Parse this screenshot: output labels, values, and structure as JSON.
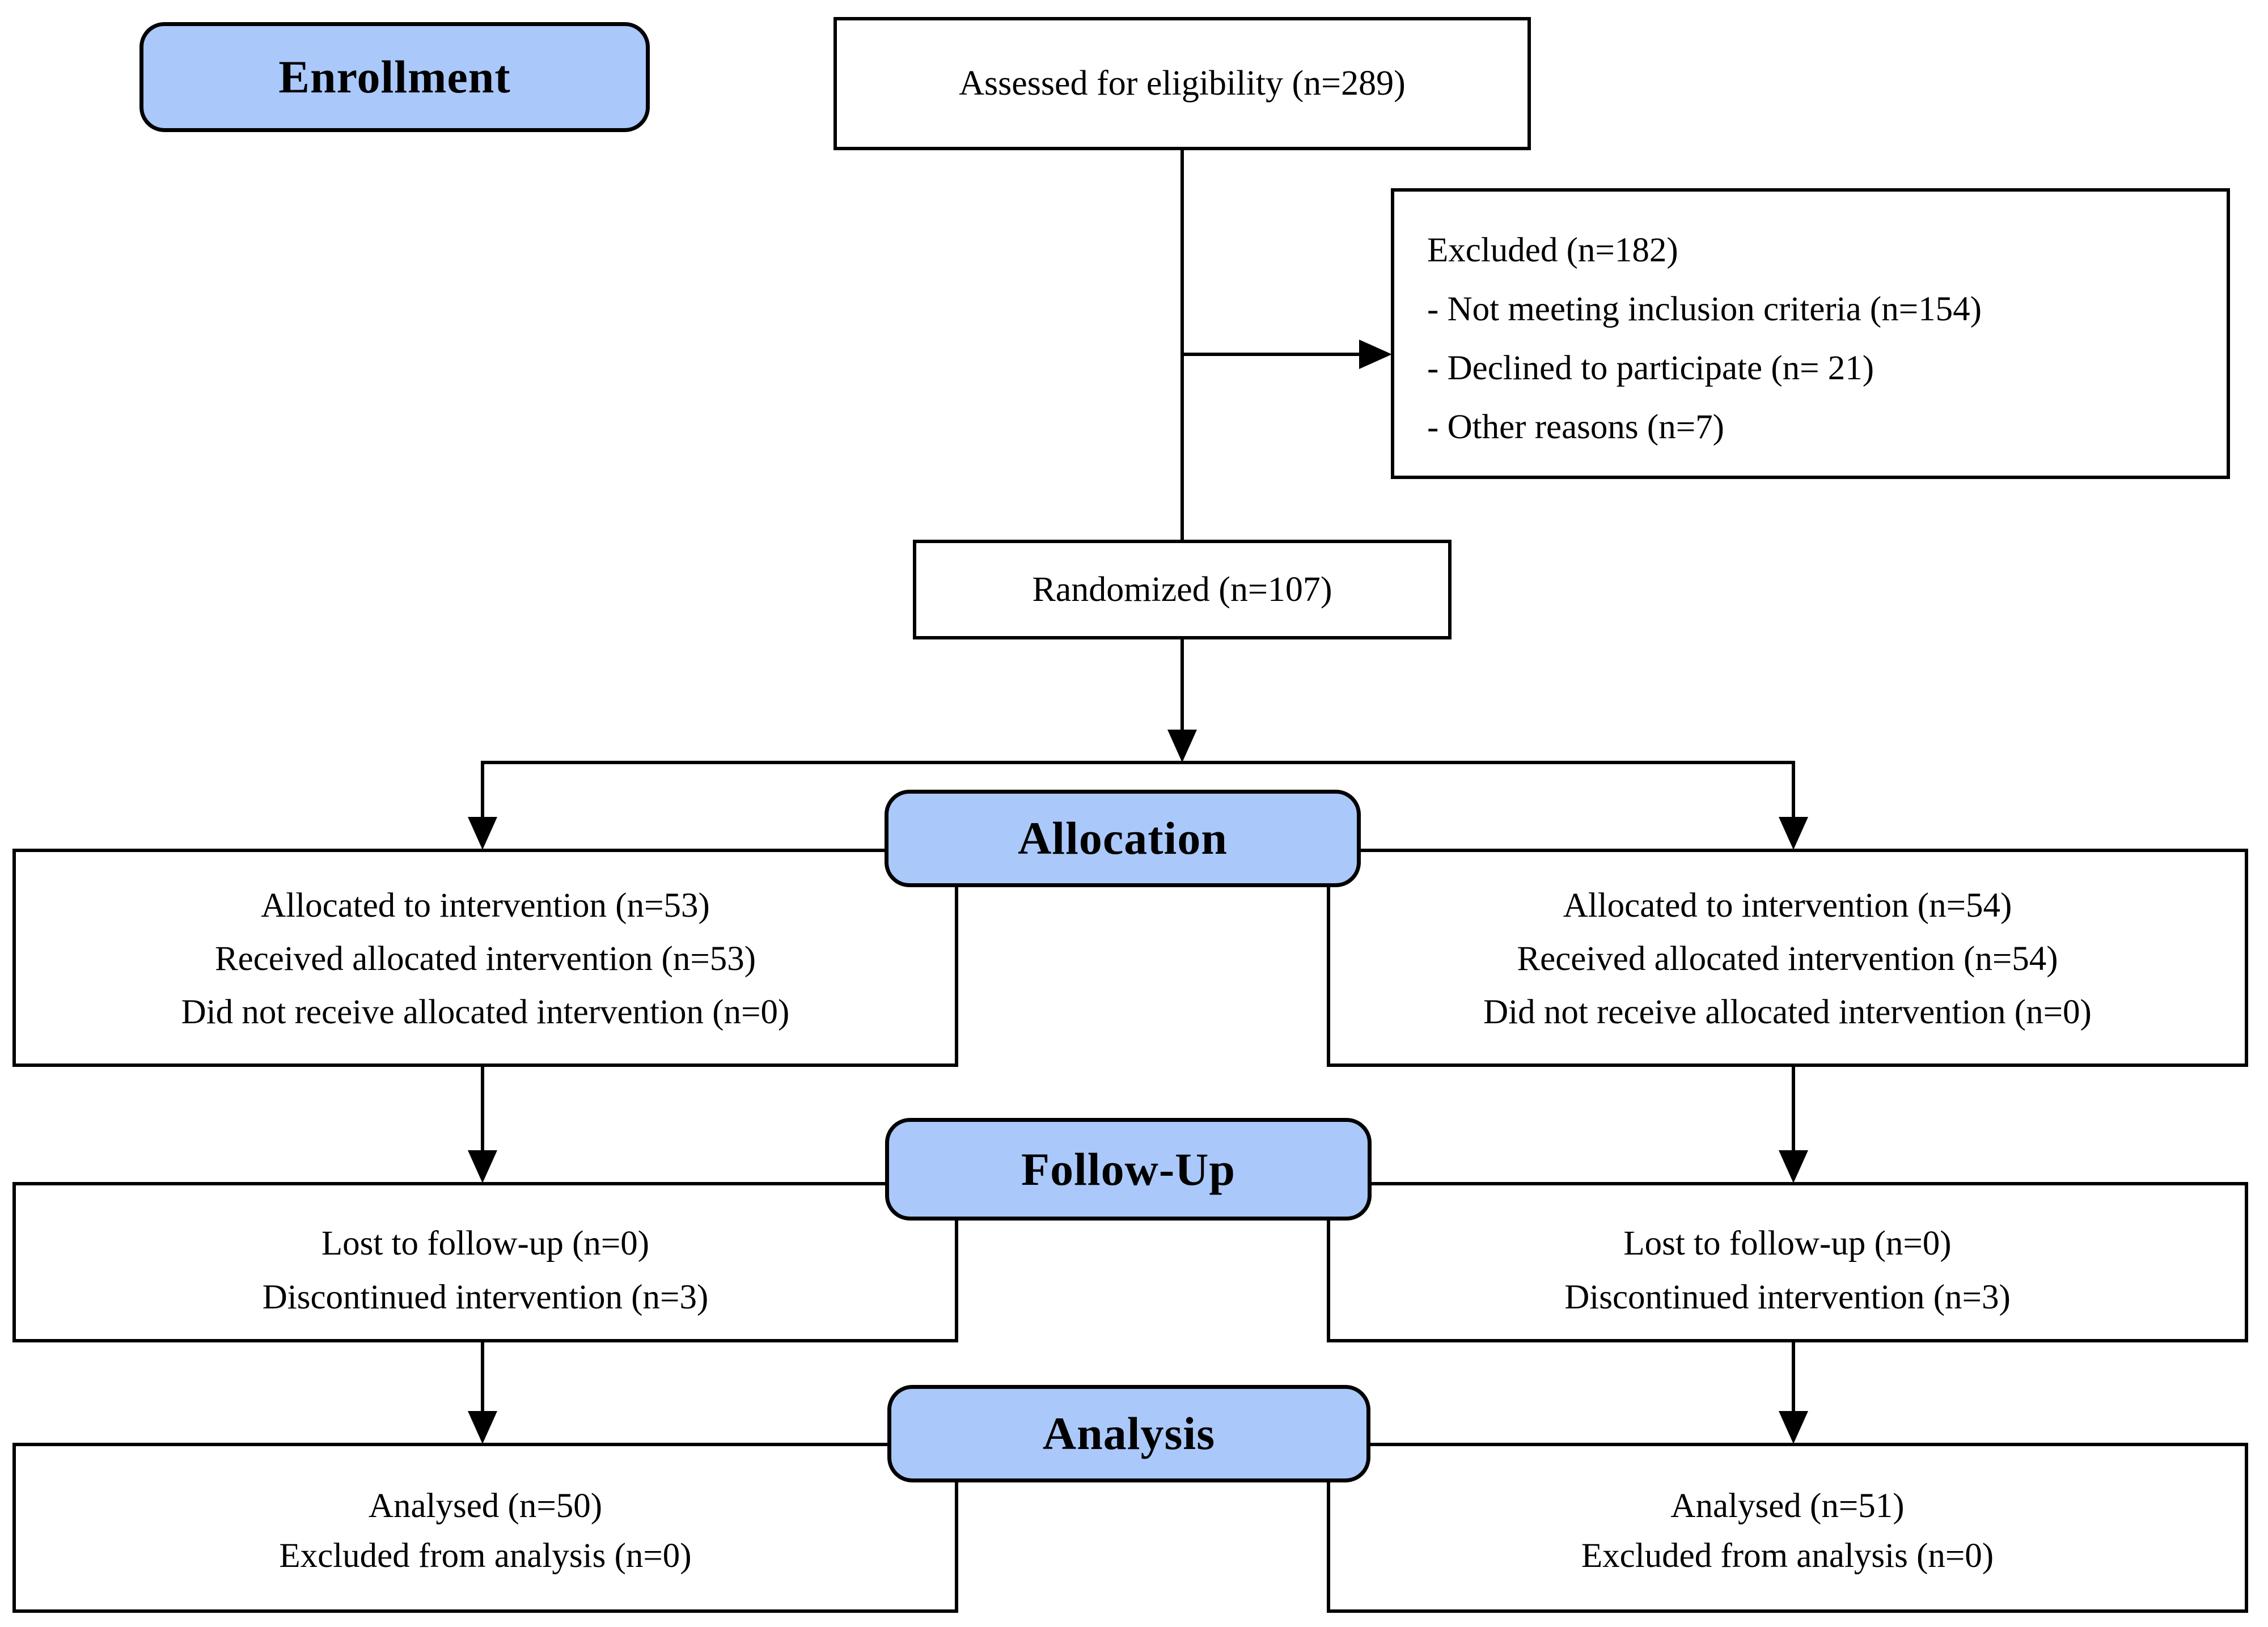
{
  "palette": {
    "badge_fill": "#aac8f9",
    "line": "#000000",
    "box_fill": "#ffffff",
    "text": "#000000",
    "page_bg": "#ffffff"
  },
  "stage_labels": {
    "enrollment": "Enrollment",
    "allocation": "Allocation",
    "follow_up": "Follow-Up",
    "analysis": "Analysis"
  },
  "boxes": {
    "assessed": {
      "text": "Assessed for eligibility (n=289)"
    },
    "excluded": {
      "lines": [
        "Excluded (n=182)",
        "- Not meeting inclusion criteria (n=154)",
        "- Declined to participate (n= 21)",
        "- Other reasons (n=7)"
      ]
    },
    "randomized": {
      "text": "Randomized (n=107)"
    },
    "allocation_left": {
      "lines": [
        "Allocated to intervention (n=53)",
        "Received allocated intervention (n=53)",
        "Did not receive allocated intervention (n=0)"
      ]
    },
    "allocation_right": {
      "lines": [
        "Allocated to intervention (n=54)",
        "Received allocated intervention (n=54)",
        "Did not receive allocated intervention (n=0)"
      ]
    },
    "follow_up_left": {
      "lines": [
        "Lost to follow-up (n=0)",
        "Discontinued intervention (n=3)"
      ]
    },
    "follow_up_right": {
      "lines": [
        "Lost to follow-up (n=0)",
        "Discontinued intervention (n=3)"
      ]
    },
    "analysis_left": {
      "lines": [
        "Analysed (n=50)",
        "Excluded from analysis (n=0)"
      ]
    },
    "analysis_right": {
      "lines": [
        "Analysed (n=51)",
        "Excluded from analysis (n=0)"
      ]
    }
  }
}
